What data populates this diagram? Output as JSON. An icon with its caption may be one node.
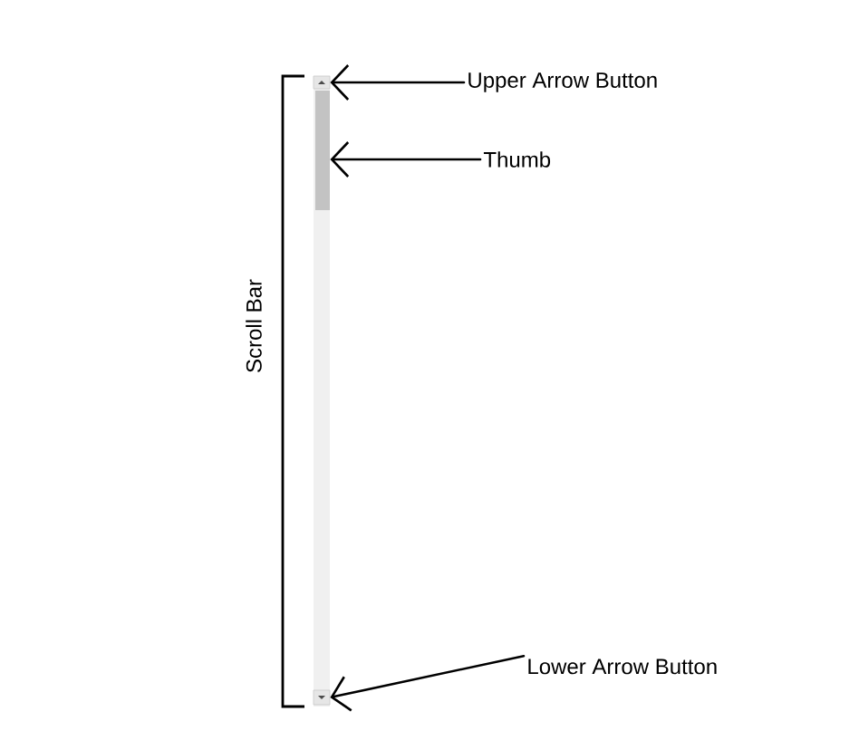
{
  "diagram": {
    "nodes": [
      {
        "text": [],
        "shape": "bar",
        "beside": [
          "Scroll Bar"
        ]
      },
      {
        "text": [],
        "shape": "box",
        "in": 0
      },
      {
        "text": [],
        "shape": "bar",
        "in": 0
      },
      {
        "text": [],
        "shape": "box",
        "in": 0
      },
      {
        "text": [
          "Upper Arrow Button"
        ]
      },
      {
        "text": [
          "Thumb"
        ]
      },
      {
        "text": [
          "Lower Arrow Button"
        ]
      }
    ],
    "edges": [
      {
        "from": 4,
        "to": 1,
        "arrow": "to"
      },
      {
        "from": 5,
        "to": 2,
        "arrow": "to"
      },
      {
        "from": 6,
        "to": 3,
        "arrow": "to"
      }
    ]
  }
}
